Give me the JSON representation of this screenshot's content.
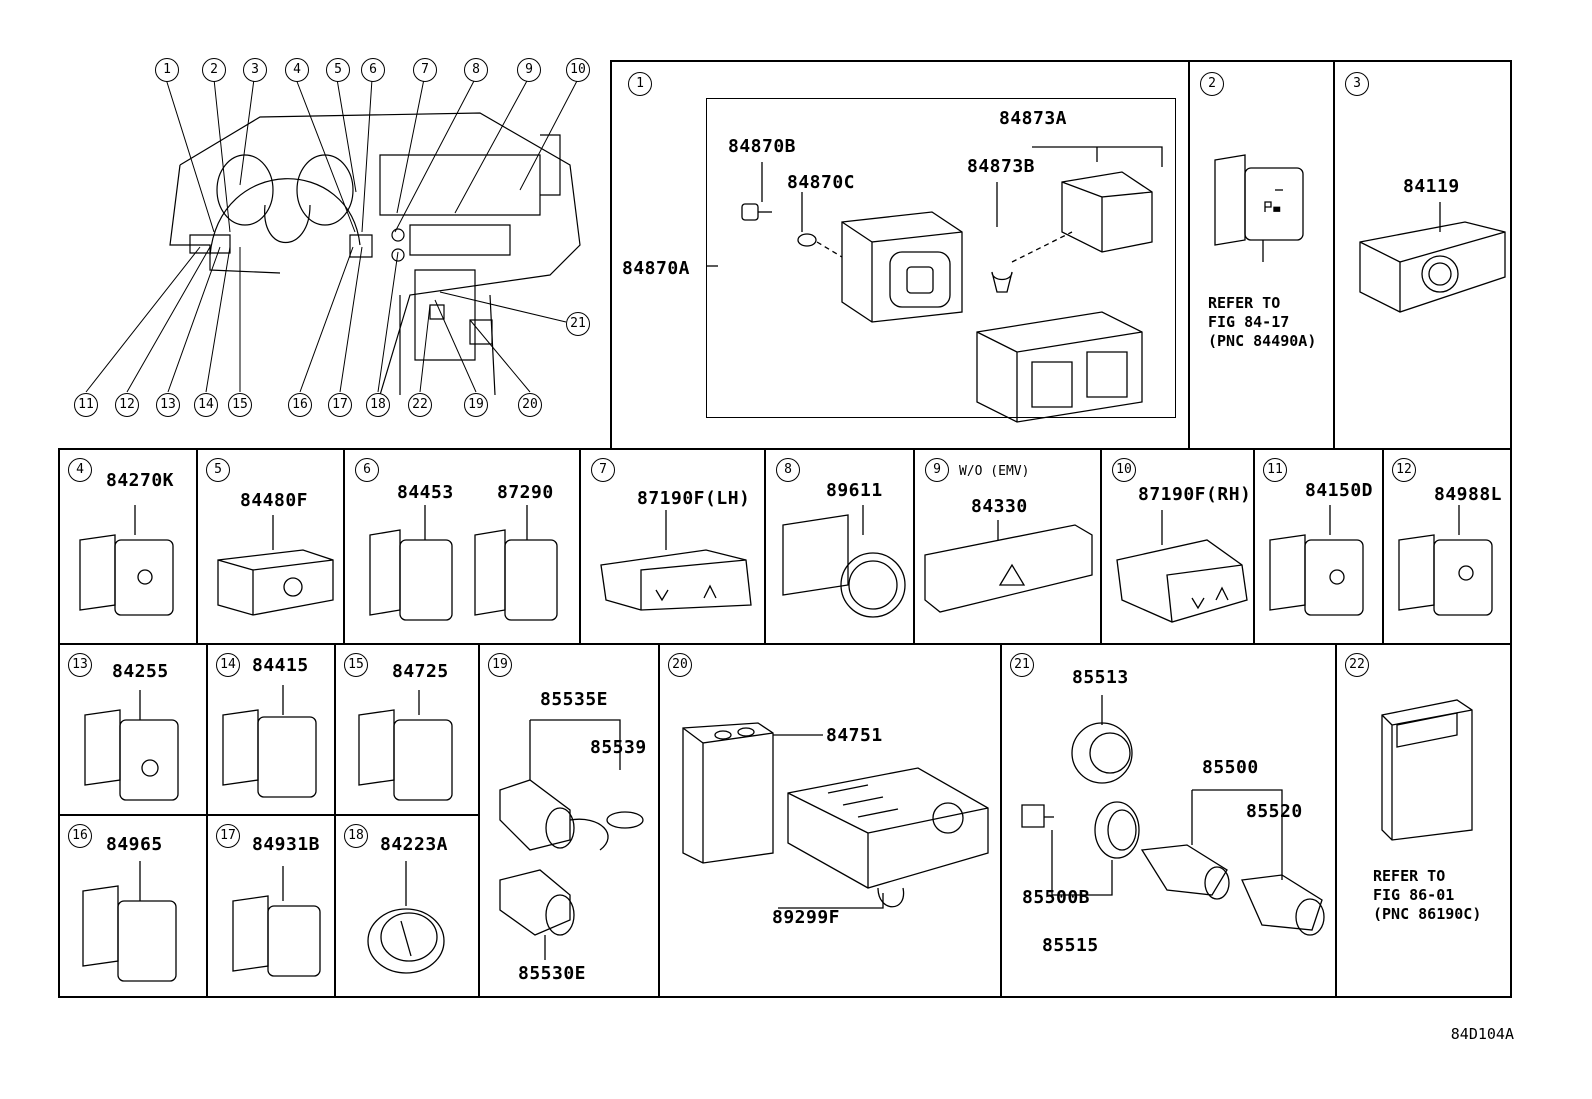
{
  "overview": {
    "callouts_top": [
      "1",
      "2",
      "3",
      "4",
      "5",
      "6",
      "7",
      "8",
      "9",
      "10"
    ],
    "callouts_bottom": [
      "11",
      "12",
      "13",
      "14",
      "15",
      "16",
      "17",
      "18",
      "22",
      "19",
      "20"
    ],
    "callout_right": "21"
  },
  "cells": [
    {
      "id": "c1",
      "index": "1",
      "parts": [
        "84870B",
        "84870C",
        "84873A",
        "84873B",
        "84870A"
      ]
    },
    {
      "id": "c2",
      "index": "2",
      "parts": [],
      "note": "REFER TO\nFIG 84-17\n(PNC 84490A)"
    },
    {
      "id": "c3",
      "index": "3",
      "parts": [
        "84119"
      ]
    },
    {
      "id": "c4",
      "index": "4",
      "parts": [
        "84270K"
      ]
    },
    {
      "id": "c5",
      "index": "5",
      "parts": [
        "84480F"
      ]
    },
    {
      "id": "c6",
      "index": "6",
      "parts": [
        "84453",
        "87290"
      ]
    },
    {
      "id": "c7",
      "index": "7",
      "parts": [
        "87190F(LH)"
      ]
    },
    {
      "id": "c8",
      "index": "8",
      "parts": [
        "89611"
      ]
    },
    {
      "id": "c9",
      "index": "9",
      "parts": [
        "84330"
      ],
      "label": "W/O (EMV)"
    },
    {
      "id": "c10",
      "index": "10",
      "parts": [
        "87190F(RH)"
      ]
    },
    {
      "id": "c11",
      "index": "11",
      "parts": [
        "84150D"
      ]
    },
    {
      "id": "c12",
      "index": "12",
      "parts": [
        "84988L"
      ]
    },
    {
      "id": "c13",
      "index": "13",
      "parts": [
        "84255"
      ]
    },
    {
      "id": "c14",
      "index": "14",
      "parts": [
        "84415"
      ]
    },
    {
      "id": "c15",
      "index": "15",
      "parts": [
        "84725"
      ]
    },
    {
      "id": "c16",
      "index": "16",
      "parts": [
        "84965"
      ]
    },
    {
      "id": "c17",
      "index": "17",
      "parts": [
        "84931B"
      ]
    },
    {
      "id": "c18",
      "index": "18",
      "parts": [
        "84223A"
      ]
    },
    {
      "id": "c19",
      "index": "19",
      "parts": [
        "85535E",
        "85539",
        "85530E"
      ]
    },
    {
      "id": "c20",
      "index": "20",
      "parts": [
        "84751",
        "89299F"
      ]
    },
    {
      "id": "c21",
      "index": "21",
      "parts": [
        "85513",
        "85500",
        "85520",
        "85500B",
        "85515"
      ]
    },
    {
      "id": "c22",
      "index": "22",
      "parts": [],
      "note": "REFER TO\nFIG 86-01\n(PNC 86190C)"
    }
  ],
  "sheet_code": "84D104A"
}
